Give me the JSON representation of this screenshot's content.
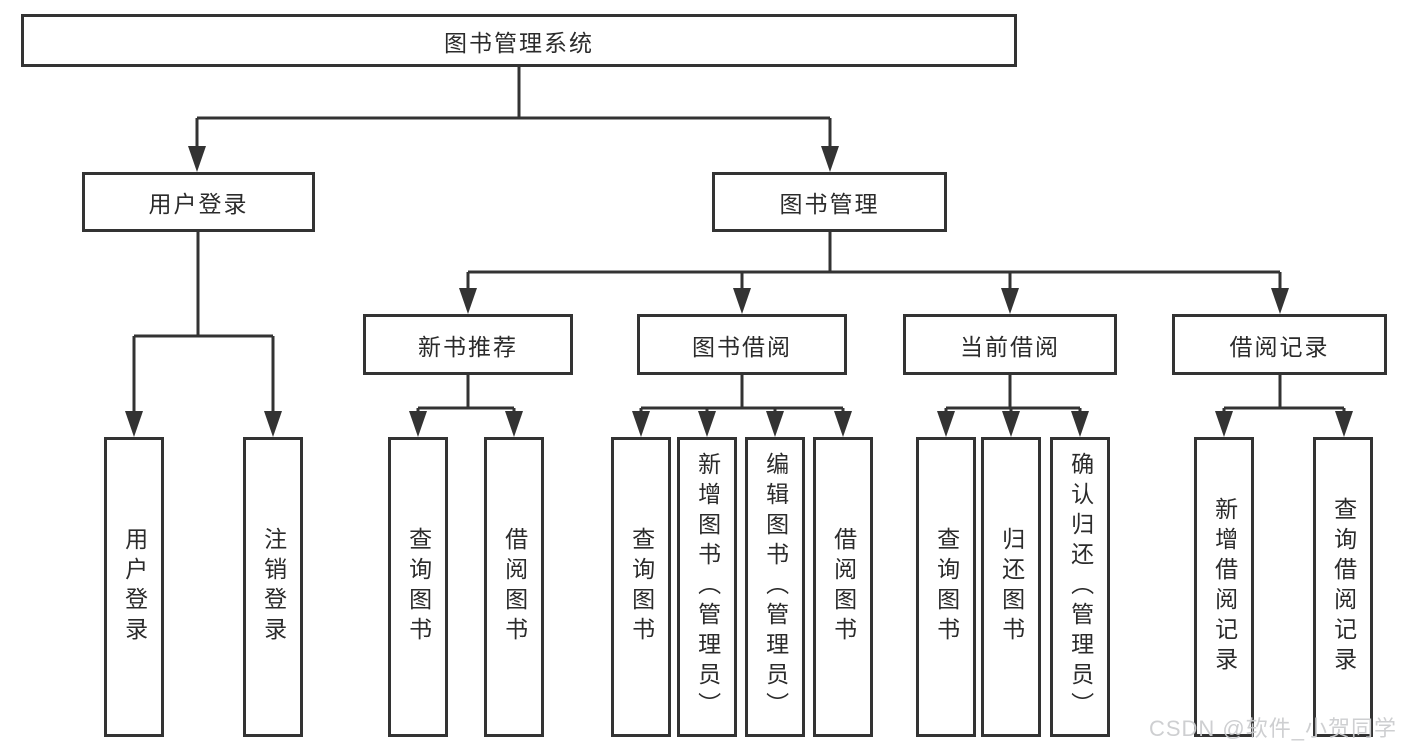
{
  "diagram": {
    "title": "图书管理系统",
    "level2": {
      "user_login": "用户登录",
      "book_management": "图书管理"
    },
    "level3": {
      "new_book_recommend": "新书推荐",
      "book_borrow": "图书借阅",
      "current_borrow": "当前借阅",
      "borrow_records": "借阅记录"
    },
    "leaves": {
      "user": [
        "用户登录",
        "注销登录"
      ],
      "recommend": [
        "查询图书",
        "借阅图书"
      ],
      "borrow": [
        "查询图书",
        "新增图书（管理员）",
        "编辑图书（管理员）",
        "借阅图书"
      ],
      "current": [
        "查询图书",
        "归还图书",
        "确认归还（管理员）"
      ],
      "records": [
        "新增借阅记录",
        "查询借阅记录"
      ]
    }
  },
  "watermark": "CSDN @软件_小贺同学",
  "colors": {
    "line": "#333333",
    "text": "#2b2b2b",
    "watermark": "#cbccce",
    "background": "#ffffff"
  }
}
